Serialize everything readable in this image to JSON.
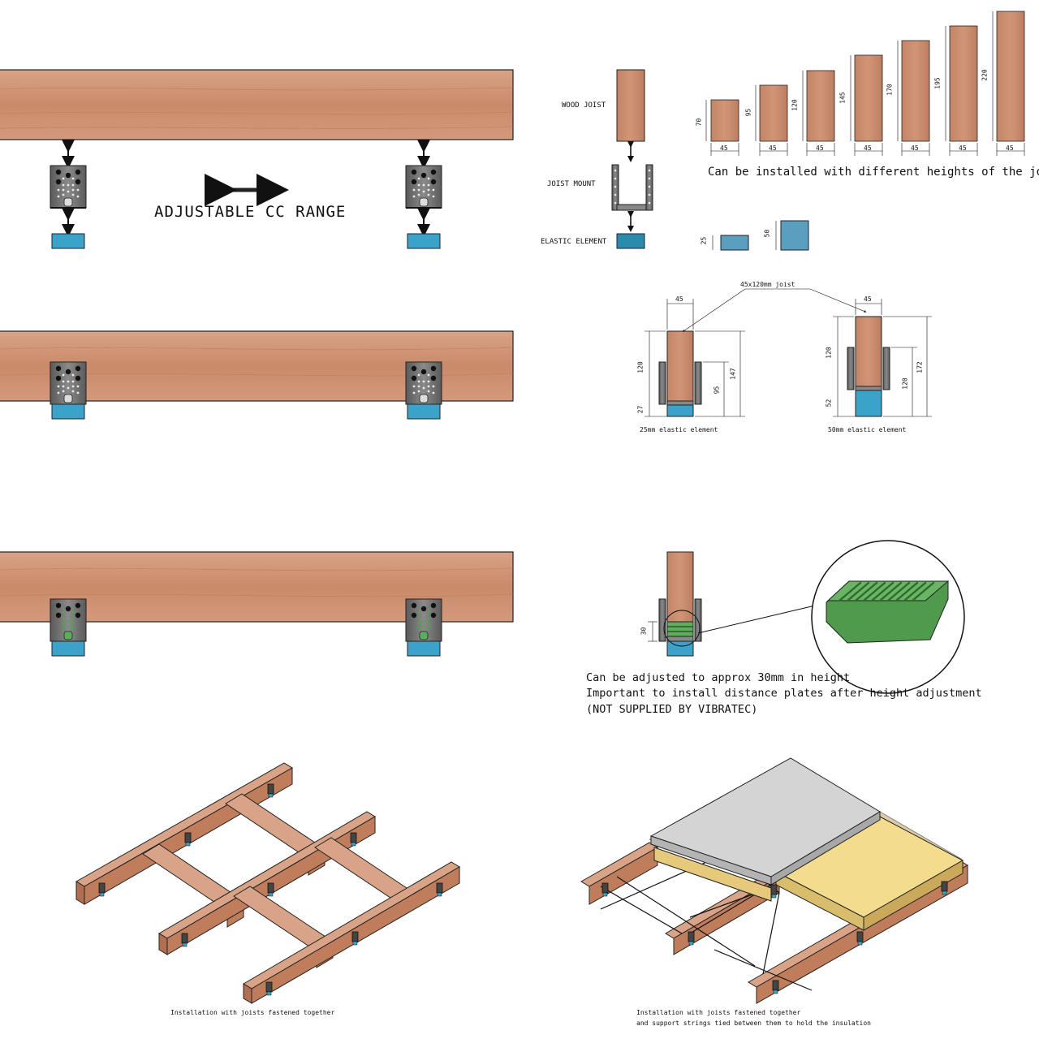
{
  "labels": {
    "adjustable_cc_range": "ADJUSTABLE CC RANGE",
    "wood_joist": "WOOD JOIST",
    "joist_mount": "JOIST MOUNT",
    "elastic_element": "ELASTIC ELEMENT",
    "heights_caption": "Can be installed with different heights of the joists",
    "joist_callout": "45x120mm joist",
    "elastic_25_caption": "25mm elastic element",
    "elastic_50_caption": "50mm elastic element",
    "adjust_note_line1": "Can be adjusted to approx 30mm in height",
    "adjust_note_line2": "Important to install distance plates after height adjustment",
    "adjust_note_line3": "(NOT SUPPLIED BY VIBRATEC)",
    "install_caption_1": "Installation with joists fastened together",
    "install_caption_2_line1": "Installation with joists fastened together",
    "install_caption_2_line2": "and support strings tied between them to hold the insulation"
  },
  "joist_heights": [
    {
      "height": "70",
      "width": "45"
    },
    {
      "height": "95",
      "width": "45"
    },
    {
      "height": "120",
      "width": "45"
    },
    {
      "height": "145",
      "width": "45"
    },
    {
      "height": "170",
      "width": "45"
    },
    {
      "height": "195",
      "width": "45"
    },
    {
      "height": "220",
      "width": "45"
    }
  ],
  "elastic_sizes": [
    "25",
    "50"
  ],
  "dim_25": {
    "width": "45",
    "joist_h": "120",
    "base_h": "27",
    "inner": "95",
    "total": "147"
  },
  "dim_50": {
    "width": "45",
    "joist_h": "120",
    "base_h": "52",
    "inner": "120",
    "total": "172"
  },
  "adjust_dim": "30",
  "colors": {
    "wood": "#c98a6a",
    "elastic": "#3ba3c9",
    "mount": "#6b6b6b",
    "pad": "#5cae5a",
    "board": "#cfcfcf",
    "insulation": "#f3dc8e"
  }
}
